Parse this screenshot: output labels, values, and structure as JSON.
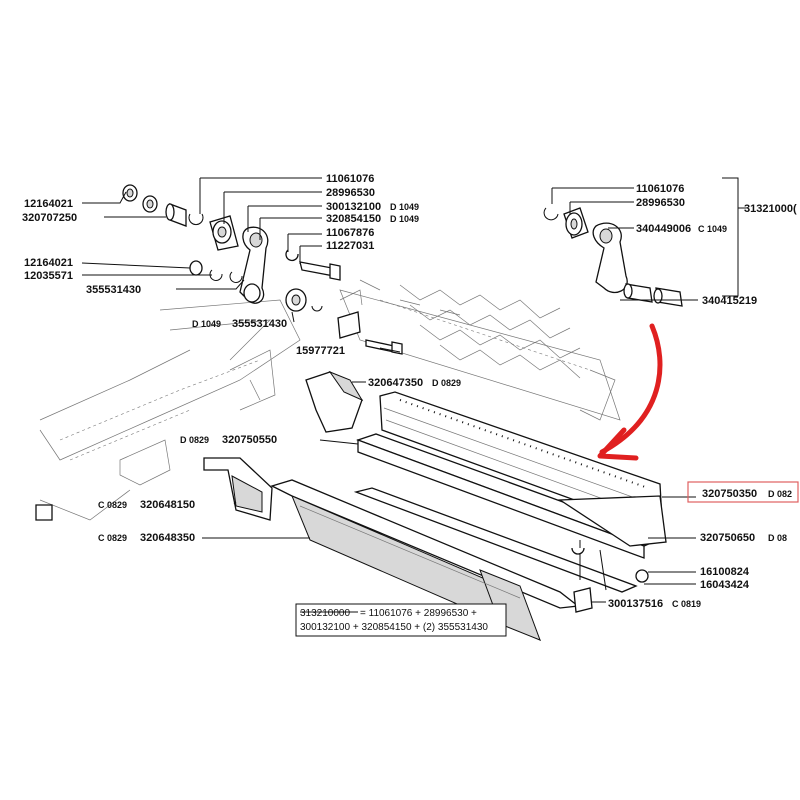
{
  "labels": {
    "l_11061076_left": "11061076",
    "l_28996530_left": "28996530",
    "l_300132100": "300132100",
    "l_300132100_code": "D 1049",
    "l_320854150": "320854150",
    "l_320854150_code": "D 1049",
    "l_11067876": "11067876",
    "l_11227031": "11227031",
    "l_12164021_top": "12164021",
    "l_320707250": "320707250",
    "l_12164021_mid": "12164021",
    "l_12035571": "12035571",
    "l_355531430_left": "355531430",
    "l_d1049_code": "D 1049",
    "l_355531430_center": "355531430",
    "l_15977721": "15977721",
    "l_11061076_right": "11061076",
    "l_28996530_right": "28996530",
    "l_340449006": "340449006",
    "l_340449006_code": "C 1049",
    "l_313210000": "31321000(",
    "l_340415219": "340415219",
    "l_320647350": "320647350",
    "l_320647350_code": "D 0829",
    "l_320750550_code": "D 0829",
    "l_320750550": "320750550",
    "l_320750350": "320750350",
    "l_320750350_code": "D 082",
    "l_320648150_code": "C 0829",
    "l_320648150": "320648150",
    "l_320648350_code": "C 0829",
    "l_320648350": "320648350",
    "l_320750650": "320750650",
    "l_320750650_code": "D 08",
    "l_16100824": "16100824",
    "l_16043424": "16043424",
    "l_300137516": "300137516",
    "l_300137516_code": "C 0819"
  },
  "formula": {
    "line1_struck": "313210000",
    "line1_rest": "= 11061076 + 28996530 +",
    "line2": "300132100 + 320854150 + (2) 355531430"
  },
  "colors": {
    "arrow": "#e02020",
    "highlight_box": "#e06060",
    "ink": "#111111"
  }
}
